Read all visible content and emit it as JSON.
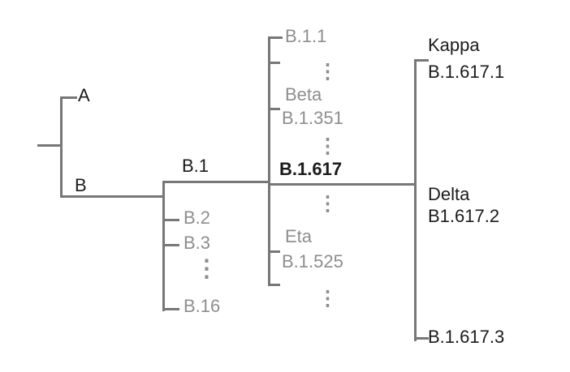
{
  "diagram": {
    "description": "Phylogenetic lineage tree",
    "root": {
      "a": "A",
      "b": "B"
    },
    "b_children": {
      "b1": "B.1",
      "b2": "B.2",
      "b3": "B.3",
      "b16": "B.16"
    },
    "b1_children": {
      "b11": "B.1.1",
      "beta_name": "Beta",
      "beta_lineage": "B.1.351",
      "b1617": "B.1.617",
      "eta_name": "Eta",
      "eta_lineage": "B.1.525"
    },
    "b1617_children": {
      "kappa_name": "Kappa",
      "kappa_lineage": "B.1.617.1",
      "delta_name": "Delta",
      "delta_lineage": "B1.617.2",
      "b16173": "B.1.617.3"
    },
    "ellipsis": "⋮",
    "colors": {
      "line": "#777777",
      "muted_text": "#8e8e8e",
      "text": "#1b1b1b"
    }
  }
}
